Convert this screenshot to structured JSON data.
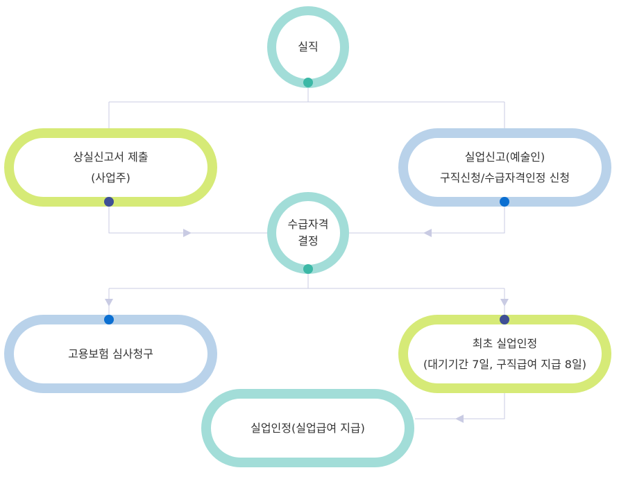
{
  "nodes": {
    "unemployment": {
      "line1": "실직"
    },
    "loss_report": {
      "line1": "상실신고서 제출",
      "line2": "(사업주)"
    },
    "unemployment_report": {
      "line1": "실업신고(예술인)",
      "line2": "구직신청/수급자격인정 신청"
    },
    "eligibility": {
      "line1": "수급자격",
      "line2": "결정"
    },
    "insurance_claim": {
      "line1": "고용보험 심사청구"
    },
    "first_recognition": {
      "line1": "최초 실업인정",
      "line2": "(대기기간 7일, 구직급여 지급 8일)"
    },
    "recognition": {
      "line1": "실업인정(실업급여 지급)"
    }
  },
  "colors": {
    "green": "#d6ea77",
    "blue": "#b9d2ea",
    "teal": "#a2ddd8",
    "connector": "#c9cbe3"
  }
}
